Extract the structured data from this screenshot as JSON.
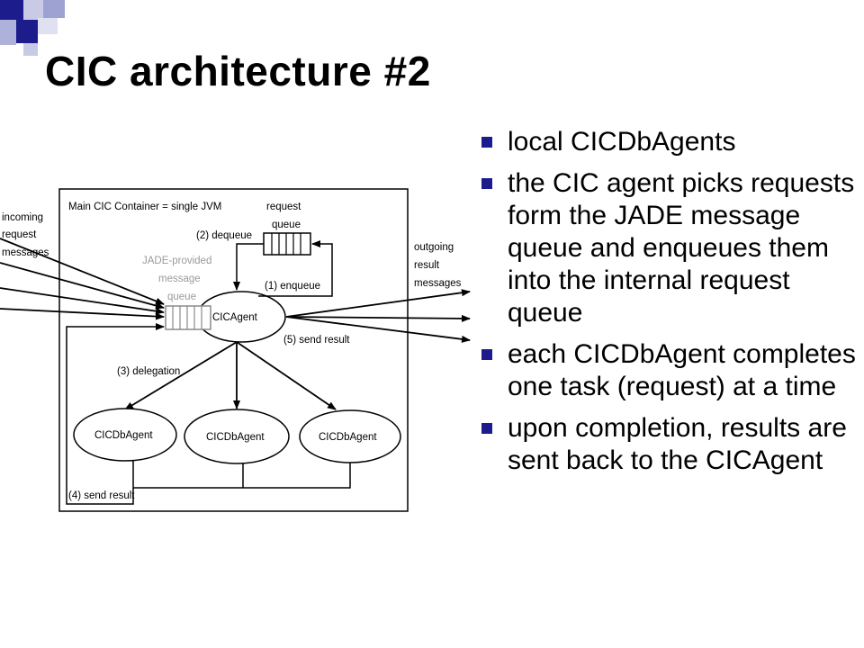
{
  "slide": {
    "title": "CIC architecture #2",
    "accent_color": "#1c1c8c",
    "bullets": [
      "local CICDbAgents",
      "the CIC agent picks requests form the JADE message queue and enqueues them into the internal request queue",
      "each CICDbAgent completes one task (request) at a time",
      "upon completion, results are sent  back to the CICAgent"
    ]
  },
  "diagram": {
    "container_label": "Main CIC Container = single JVM",
    "incoming": [
      "incoming",
      "request",
      "messages"
    ],
    "outgoing": [
      "outgoing",
      "result",
      "messages"
    ],
    "request_queue": [
      "request",
      "queue"
    ],
    "jade_queue": [
      "JADE-provided",
      "message",
      "queue"
    ],
    "cic_agent": "CICAgent",
    "db_agents": [
      "CICDbAgent",
      "CICDbAgent",
      "CICDbAgent"
    ],
    "steps": {
      "dequeue": "(2) dequeue",
      "enqueue": "(1) enqueue",
      "send_result_5": "(5) send result",
      "delegation": "(3) delegation",
      "send_result_4": "(4) send result"
    }
  }
}
